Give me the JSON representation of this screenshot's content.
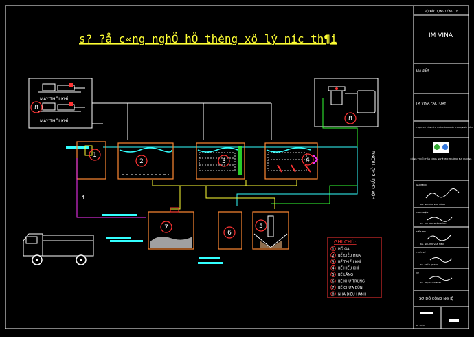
{
  "title": "s? ?å c«ng nghÖ hÖ thèng xö lý n­íc th¶i",
  "blower_label_top": "MÁY THỔI KHÍ",
  "blower_label_bottom": "MÁY THỔI KHÍ",
  "chem_label": "HÓA CHẤT KHỬ TRÙNG",
  "units": [
    {
      "no": "1",
      "name": "HỐ GA"
    },
    {
      "no": "2",
      "name": "BỂ ĐIỀU HÒA"
    },
    {
      "no": "3",
      "name": "BỂ THIẾU KHÍ"
    },
    {
      "no": "4",
      "name": "BỂ HIẾU KHÍ"
    },
    {
      "no": "5",
      "name": "BỂ LẮNG"
    },
    {
      "no": "6",
      "name": "BỂ KHỬ TRÙNG"
    },
    {
      "no": "7",
      "name": "BỂ CHỨA BÙN"
    },
    {
      "no": "8",
      "name": "NHÀ ĐIỀU HÀNH"
    }
  ],
  "legend_title": "GHI CHÚ:",
  "titleblock": {
    "header": "BỘ XÂY DỰNG CÔNG TY",
    "company": "IM VINA",
    "field_a": "ĐỊA ĐIỂM",
    "project": "IM VINA FACTORY",
    "desc": "TRẠM XỬ LÝ NƯỚC THẢI CÔNG SUẤT 70M3/NGÀY ĐÊM",
    "contractor": "CÔNG TY CỔ PHẦN CÔNG NGHỆ MÔI TRƯỜNG ĐẠI DƯƠNG",
    "sign_role_1": "GIÁM ĐỐC",
    "signer_1": "KS. NGUYỄN VĂN HÙNG",
    "sign_role_2": "CHỦ NHIỆM",
    "signer_2": "KS. NGUYỄN TUẤN DŨNG",
    "sign_role_3": "KIỂM TRA",
    "signer_3": "KS. NGUYỄN VĂN HIẾU",
    "sign_role_4": "THIẾT KẾ",
    "signer_4": "KS. TRẦN QUANG",
    "sign_role_5": "VẼ",
    "signer_5": "KS. PHẠM VĂN NAM",
    "drawing_title": "SƠ ĐỒ CÔNG NGHỆ",
    "footer": "KÝ HIỆU"
  }
}
